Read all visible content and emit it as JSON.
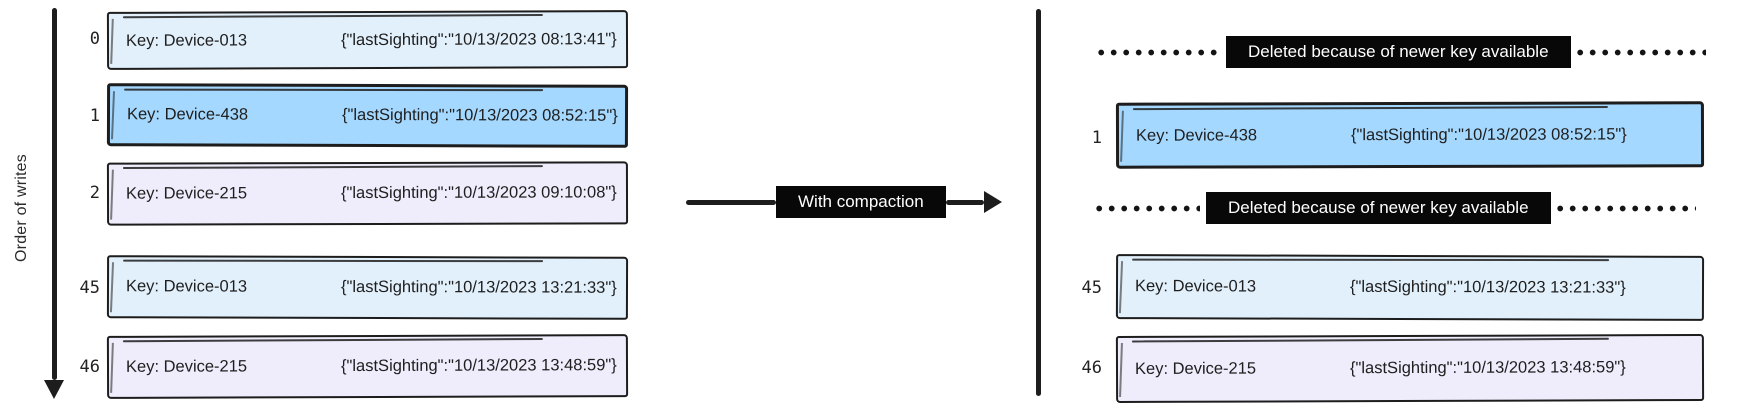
{
  "colors": {
    "ink": "#1e1e1e",
    "record_border": "#1d1d1d",
    "light_blue_fill": "#e2f0fb",
    "highlight_blue_fill": "#a5d8ff",
    "lavender_fill": "#efecfb",
    "notice_bg": "#080808",
    "notice_text": "#ffffff",
    "background": "#ffffff"
  },
  "order_axis": {
    "label": "Order of writes"
  },
  "compaction": {
    "label": "With compaction"
  },
  "before_log": {
    "rows": [
      {
        "index": "0",
        "key": "Key: Device-013",
        "value": "{\"lastSighting\":\"10/13/2023 08:13:41\"}",
        "tint": "light-blue"
      },
      {
        "index": "1",
        "key": "Key: Device-438",
        "value": "{\"lastSighting\":\"10/13/2023 08:52:15\"}",
        "tint": "highlight-blue"
      },
      {
        "index": "2",
        "key": "Key: Device-215",
        "value": "{\"lastSighting\":\"10/13/2023 09:10:08\"}",
        "tint": "lavender"
      },
      {
        "index": "45",
        "key": "Key: Device-013",
        "value": "{\"lastSighting\":\"10/13/2023 13:21:33\"}",
        "tint": "light-blue"
      },
      {
        "index": "46",
        "key": "Key: Device-215",
        "value": "{\"lastSighting\":\"10/13/2023 13:48:59\"}",
        "tint": "lavender"
      }
    ]
  },
  "after_log": {
    "deleted_notices": [
      {
        "label": "Deleted because of newer key available"
      },
      {
        "label": "Deleted because of newer key available"
      }
    ],
    "rows": [
      {
        "index": "1",
        "key": "Key: Device-438",
        "value": "{\"lastSighting\":\"10/13/2023 08:52:15\"}",
        "tint": "highlight-blue"
      },
      {
        "index": "45",
        "key": "Key: Device-013",
        "value": "{\"lastSighting\":\"10/13/2023 13:21:33\"}",
        "tint": "light-blue"
      },
      {
        "index": "46",
        "key": "Key: Device-215",
        "value": "{\"lastSighting\":\"10/13/2023 13:48:59\"}",
        "tint": "lavender"
      }
    ]
  }
}
